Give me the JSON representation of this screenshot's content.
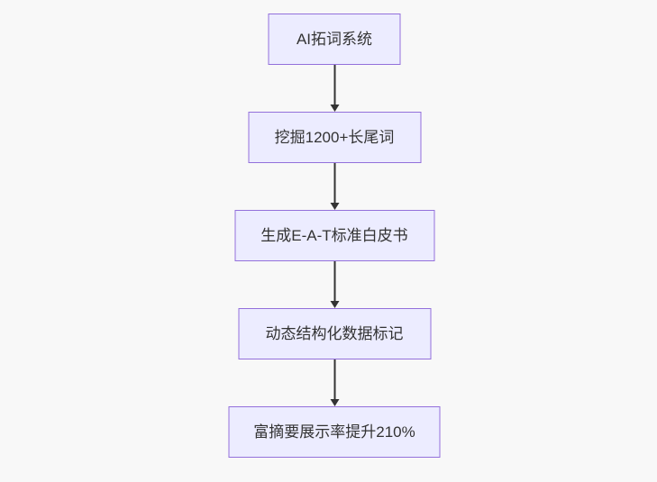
{
  "flowchart": {
    "type": "flowchart",
    "direction": "top-down",
    "nodes": [
      {
        "id": "n1",
        "label": "AI拓词系统"
      },
      {
        "id": "n2",
        "label": "挖掘1200+长尾词"
      },
      {
        "id": "n3",
        "label": "生成E-A-T标准白皮书"
      },
      {
        "id": "n4",
        "label": "动态结构化数据标记"
      },
      {
        "id": "n5",
        "label": "富摘要展示率提升210%"
      }
    ],
    "edges": [
      {
        "from": "n1",
        "to": "n2",
        "style": "arrow"
      },
      {
        "from": "n2",
        "to": "n3",
        "style": "arrow"
      },
      {
        "from": "n3",
        "to": "n4",
        "style": "arrow"
      },
      {
        "from": "n4",
        "to": "n5",
        "style": "arrow"
      }
    ],
    "colors": {
      "background": "#f8f8f8",
      "node_fill": "#ECECFF",
      "node_border": "#9370DB",
      "text": "#333333",
      "arrow": "#333333"
    }
  }
}
